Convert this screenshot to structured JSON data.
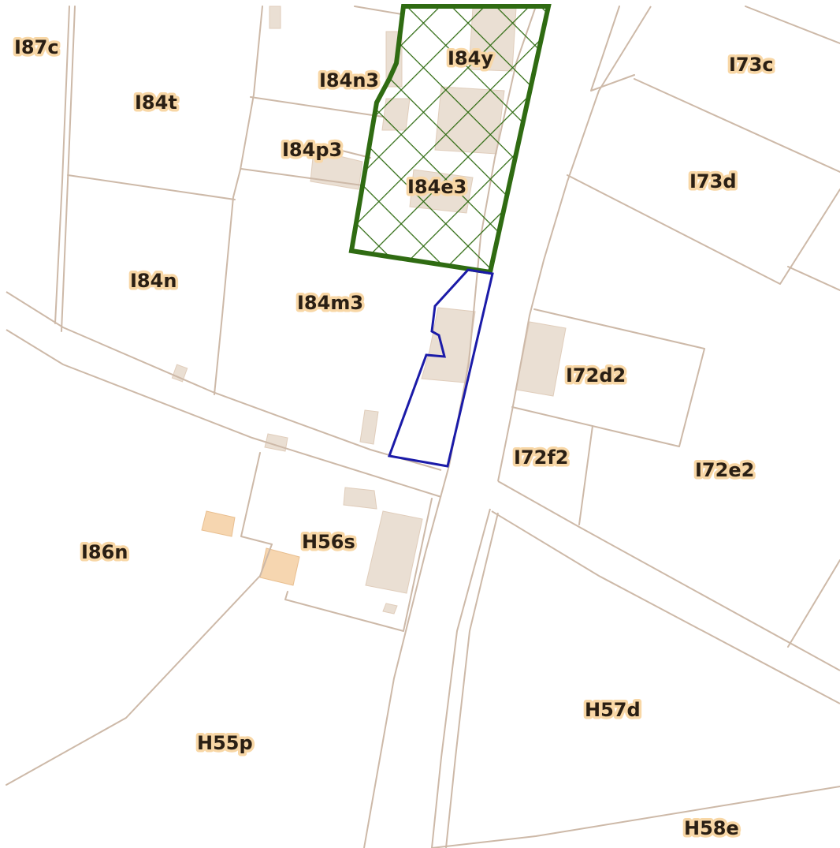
{
  "map": {
    "colors": {
      "background": "#ffffff",
      "parcel_line": "#cdb9a8",
      "building": "#eadfd3",
      "label_halo": "#f8d7a6",
      "label_text": "#2a1f14",
      "hatched_area": "#2f6b12",
      "selected_parcel": "#1b1ba8"
    },
    "parcels": [
      {
        "id": "I87c"
      },
      {
        "id": "I84t"
      },
      {
        "id": "I84n3"
      },
      {
        "id": "I84y"
      },
      {
        "id": "I73c"
      },
      {
        "id": "I84p3"
      },
      {
        "id": "I84e3"
      },
      {
        "id": "I73d"
      },
      {
        "id": "I84n"
      },
      {
        "id": "I84m3"
      },
      {
        "id": "I72d2"
      },
      {
        "id": "I72f2"
      },
      {
        "id": "I72e2"
      },
      {
        "id": "I86n"
      },
      {
        "id": "H56s"
      },
      {
        "id": "H57d"
      },
      {
        "id": "H55p"
      },
      {
        "id": "H58e"
      }
    ]
  }
}
